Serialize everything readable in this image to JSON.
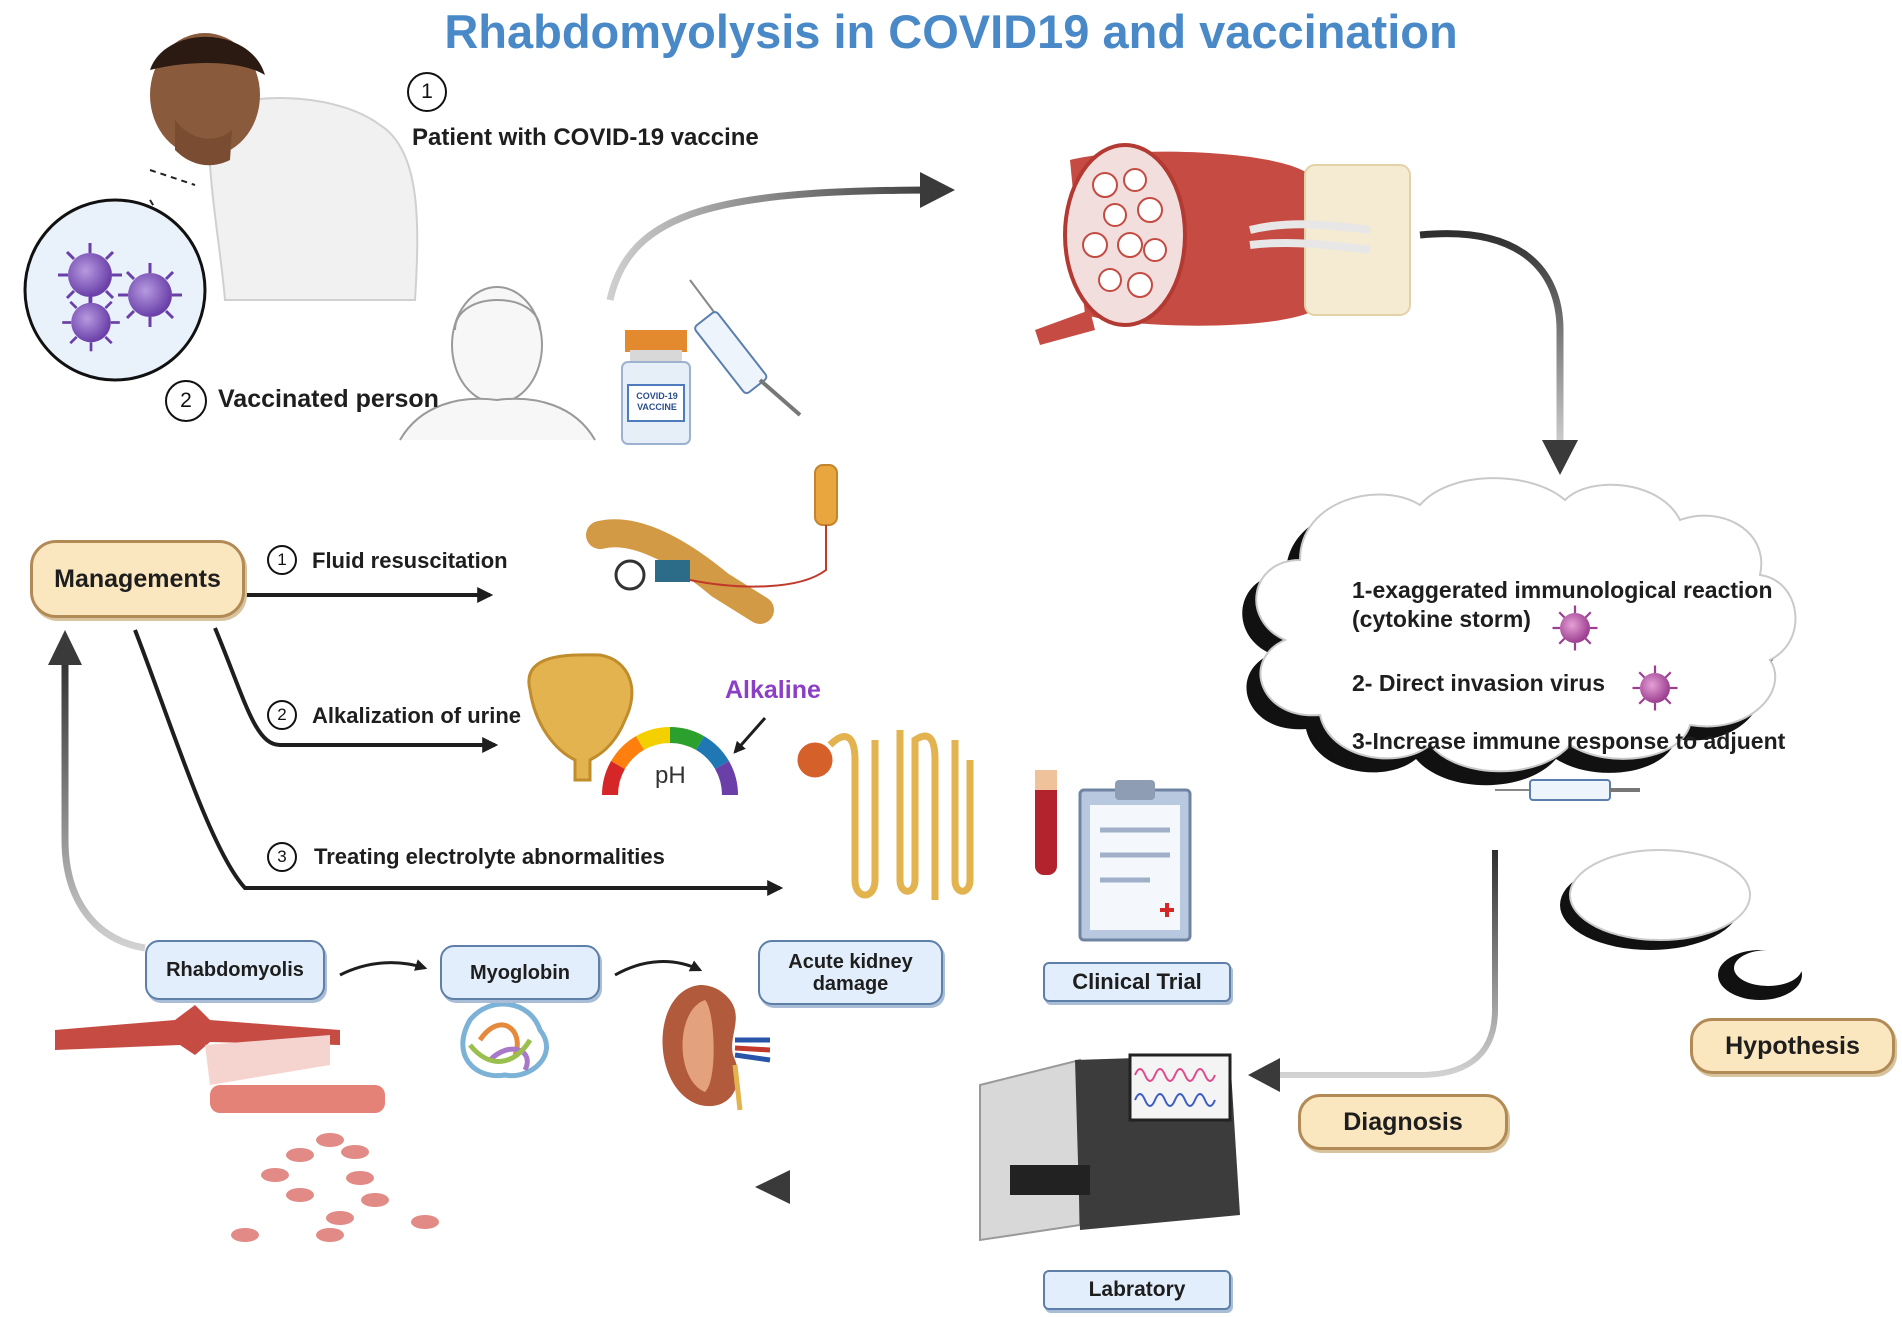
{
  "title": "Rhabdomyolysis in COVID19 and vaccination",
  "top": {
    "step1_number": "1",
    "step1_label": "Patient with COVID-19 vaccine",
    "step2_number": "2",
    "step2_label": "Vaccinated person",
    "vaccine_vial_text": "COVID-19 VACCINE"
  },
  "management": {
    "title": "Managements",
    "items": [
      {
        "number": "1",
        "label": "Fluid resuscitation"
      },
      {
        "number": "2",
        "label": "Alkalization of urine"
      },
      {
        "number": "3",
        "label": "Treating electrolyte abnormalities"
      }
    ],
    "alkaline_label": "Alkaline",
    "ph_label": "pH"
  },
  "hypotheses": {
    "items": [
      "1-exaggerated immunological reaction",
      "(cytokine storm)",
      "2- Direct invasion virus",
      "3-Increase immune response to adjuent"
    ],
    "label": "Hypothesis"
  },
  "pathway": {
    "rhabdo": "Rhabdomyolis",
    "myoglobin": "Myoglobin",
    "aki_line1": "Acute kidney",
    "aki_line2": "damage"
  },
  "clinical_trial": "Clinical Trial",
  "diagnosis": "Diagnosis",
  "laboratory": "Labratory",
  "colors": {
    "title_blue": "#4a89c8",
    "tan_fill": "#fbe7bf",
    "tan_border": "#b28a55",
    "blue_fill": "#e2eefb",
    "alkaline_purple": "#8a3fc4",
    "virus_purple": "#7b4fb5",
    "muscle_red": "#c8443d"
  }
}
